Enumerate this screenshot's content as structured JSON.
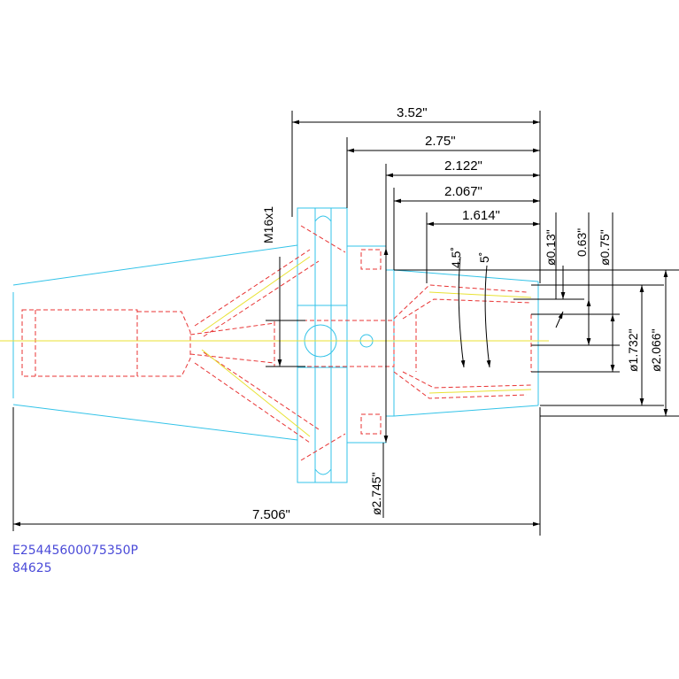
{
  "colors": {
    "outline": "#33c3e8",
    "hidden_lines": "#e83333",
    "centerline": "#e8e233",
    "dimensions": "#000000",
    "part_text": "#4a4ad8"
  },
  "dimensions": {
    "d_352": "3.52\"",
    "d_275": "2.75\"",
    "d_2122": "2.122\"",
    "d_2067": "2.067\"",
    "d_1614": "1.614\"",
    "d_7506": "7.506\"",
    "thread": "M16x1",
    "angle_45": "4.5˚",
    "angle_5": "5˚",
    "dia_013": "ø0.13\"",
    "dia_063": "0.63\"",
    "dia_075": "ø0.75\"",
    "dia_1732": "ø1.732\"",
    "dia_2066": "ø2.066\"",
    "dia_2745": "ø2.745\""
  },
  "part_number": "E25445600075350P",
  "part_id": "84625"
}
